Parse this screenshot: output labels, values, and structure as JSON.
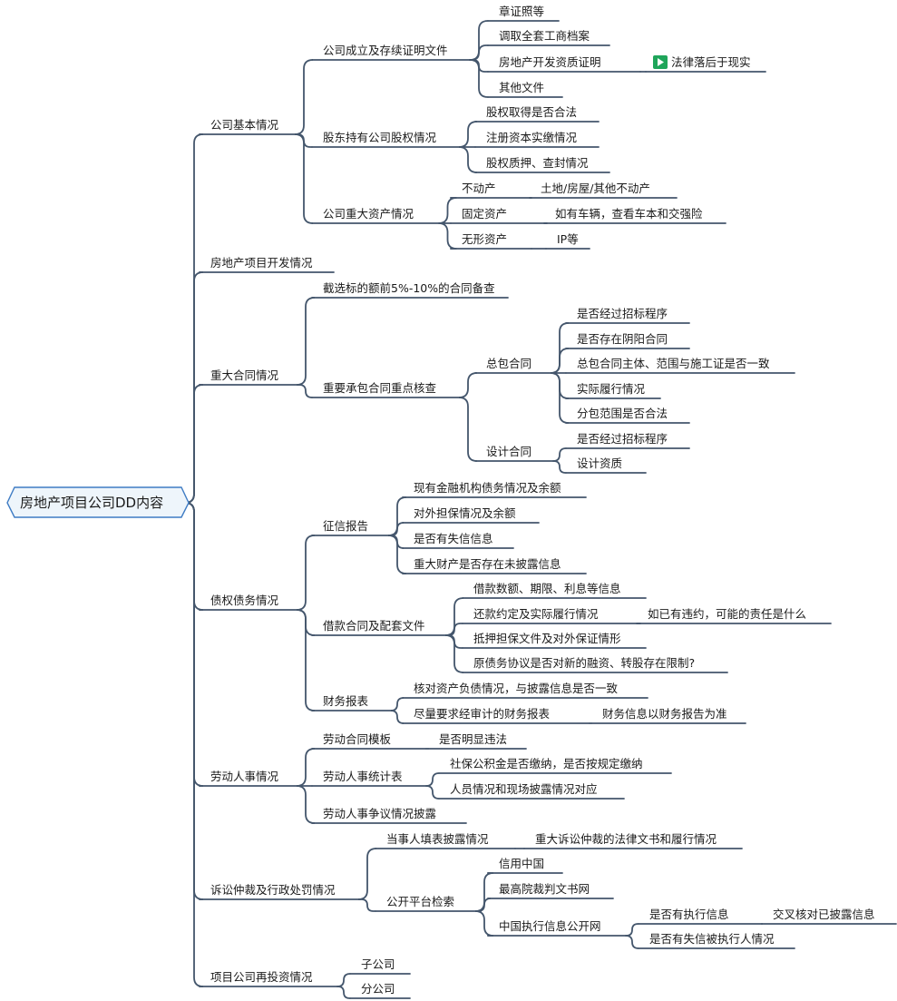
{
  "mindmap": {
    "root": {
      "id": "root",
      "label": "房地产项目公司DD内容"
    },
    "nodes": [
      {
        "id": "a1",
        "label": "公司基本情况"
      },
      {
        "id": "a1b1",
        "label": "公司成立及存续证明文件"
      },
      {
        "id": "a1b1c1",
        "label": "章证照等"
      },
      {
        "id": "a1b1c2",
        "label": "调取全套工商档案"
      },
      {
        "id": "a1b1c3",
        "label": "房地产开发资质证明"
      },
      {
        "id": "a1b1c3d1",
        "label": "法律落后于现实",
        "icon": "play-icon"
      },
      {
        "id": "a1b1c4",
        "label": "其他文件"
      },
      {
        "id": "a1b2",
        "label": "股东持有公司股权情况"
      },
      {
        "id": "a1b2c1",
        "label": "股权取得是否合法"
      },
      {
        "id": "a1b2c2",
        "label": "注册资本实缴情况"
      },
      {
        "id": "a1b2c3",
        "label": "股权质押、查封情况"
      },
      {
        "id": "a1b3",
        "label": "公司重大资产情况"
      },
      {
        "id": "a1b3c1",
        "label": "不动产"
      },
      {
        "id": "a1b3c1d1",
        "label": "土地/房屋/其他不动产"
      },
      {
        "id": "a1b3c2",
        "label": "固定资产"
      },
      {
        "id": "a1b3c2d1",
        "label": "如有车辆，查看车本和交强险"
      },
      {
        "id": "a1b3c3",
        "label": "无形资产"
      },
      {
        "id": "a1b3c3d1",
        "label": "IP等"
      },
      {
        "id": "a2",
        "label": "房地产项目开发情况"
      },
      {
        "id": "a3",
        "label": "重大合同情况"
      },
      {
        "id": "a3b1",
        "label": "截选标的额前5%-10%的合同备查"
      },
      {
        "id": "a3b2",
        "label": "重要承包合同重点核查"
      },
      {
        "id": "a3b2c1",
        "label": "总包合同"
      },
      {
        "id": "a3b2c1d1",
        "label": "是否经过招标程序"
      },
      {
        "id": "a3b2c1d2",
        "label": "是否存在阴阳合同"
      },
      {
        "id": "a3b2c1d3",
        "label": "总包合同主体、范围与施工证是否一致"
      },
      {
        "id": "a3b2c1d4",
        "label": "实际履行情况"
      },
      {
        "id": "a3b2c1d5",
        "label": "分包范围是否合法"
      },
      {
        "id": "a3b2c2",
        "label": "设计合同"
      },
      {
        "id": "a3b2c2d1",
        "label": "是否经过招标程序"
      },
      {
        "id": "a3b2c2d2",
        "label": "设计资质"
      },
      {
        "id": "a4",
        "label": "债权债务情况"
      },
      {
        "id": "a4b1",
        "label": "征信报告"
      },
      {
        "id": "a4b1c1",
        "label": "现有金融机构债务情况及余额"
      },
      {
        "id": "a4b1c2",
        "label": "对外担保情况及余额"
      },
      {
        "id": "a4b1c3",
        "label": "是否有失信信息"
      },
      {
        "id": "a4b1c4",
        "label": "重大财产是否存在未披露信息"
      },
      {
        "id": "a4b2",
        "label": "借款合同及配套文件"
      },
      {
        "id": "a4b2c1",
        "label": "借款数额、期限、利息等信息"
      },
      {
        "id": "a4b2c2",
        "label": "还款约定及实际履行情况"
      },
      {
        "id": "a4b2c2d1",
        "label": "如已有违约，可能的责任是什么"
      },
      {
        "id": "a4b2c3",
        "label": "抵押担保文件及对外保证情形"
      },
      {
        "id": "a4b2c4",
        "label": "原债务协议是否对新的融资、转股存在限制?"
      },
      {
        "id": "a4b3",
        "label": "财务报表"
      },
      {
        "id": "a4b3c1",
        "label": "核对资产负债情况，与披露信息是否一致"
      },
      {
        "id": "a4b3c2",
        "label": "尽量要求经审计的财务报表"
      },
      {
        "id": "a4b3c2d1",
        "label": "财务信息以财务报告为准"
      },
      {
        "id": "a5",
        "label": "劳动人事情况"
      },
      {
        "id": "a5b1",
        "label": "劳动合同模板"
      },
      {
        "id": "a5b1c1",
        "label": "是否明显违法"
      },
      {
        "id": "a5b2",
        "label": "劳动人事统计表"
      },
      {
        "id": "a5b2c1",
        "label": "社保公积金是否缴纳，是否按规定缴纳"
      },
      {
        "id": "a5b2c2",
        "label": "人员情况和现场披露情况对应"
      },
      {
        "id": "a5b3",
        "label": "劳动人事争议情况披露"
      },
      {
        "id": "a6",
        "label": "诉讼仲裁及行政处罚情况"
      },
      {
        "id": "a6b1",
        "label": "当事人填表披露情况"
      },
      {
        "id": "a6b1c1",
        "label": "重大诉讼仲裁的法律文书和履行情况"
      },
      {
        "id": "a6b2",
        "label": "公开平台检索"
      },
      {
        "id": "a6b2c1",
        "label": "信用中国"
      },
      {
        "id": "a6b2c2",
        "label": "最高院裁判文书网"
      },
      {
        "id": "a6b2c3",
        "label": "中国执行信息公开网"
      },
      {
        "id": "a6b2c3d1",
        "label": "是否有执行信息"
      },
      {
        "id": "a6b2c3d1e1",
        "label": "交叉核对已披露信息"
      },
      {
        "id": "a6b2c3d2",
        "label": "是否有失信被执行人情况"
      },
      {
        "id": "a7",
        "label": "项目公司再投资情况"
      },
      {
        "id": "a7b1",
        "label": "子公司"
      },
      {
        "id": "a7b2",
        "label": "分公司"
      }
    ]
  }
}
